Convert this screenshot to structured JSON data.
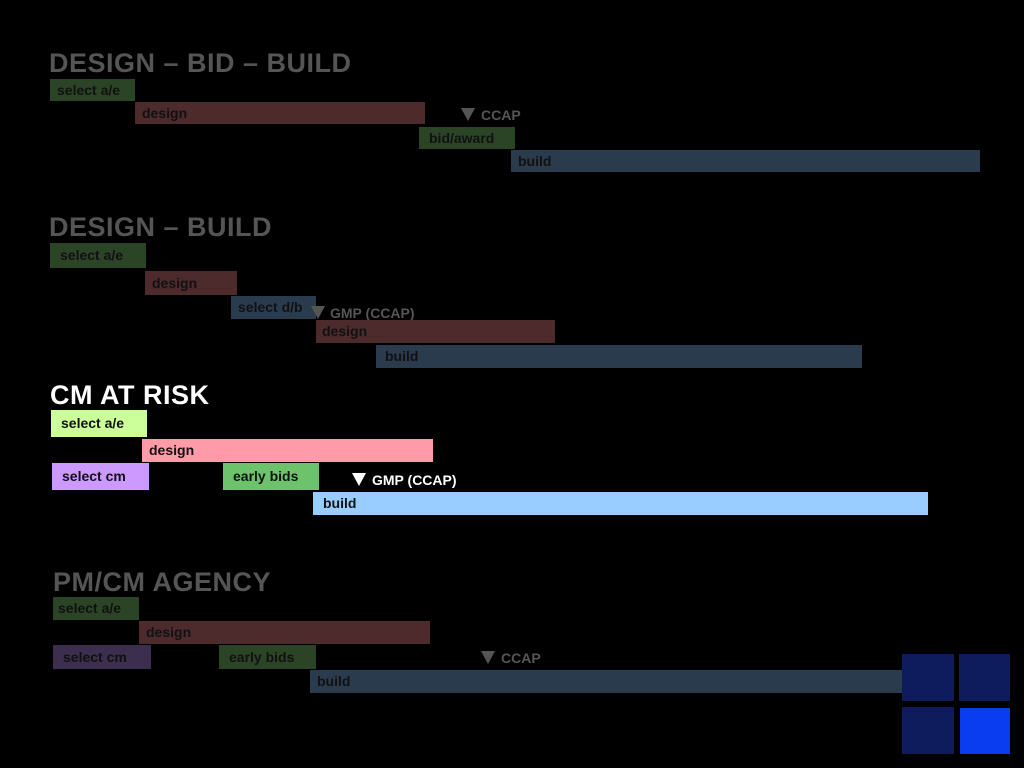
{
  "sections": {
    "dbb": {
      "title": "DESIGN – BID – BUILD",
      "bars": [
        "select a/e",
        "design",
        "bid/award",
        "build"
      ],
      "marker": "CCAP"
    },
    "db": {
      "title": "DESIGN – BUILD",
      "bars": [
        "select a/e",
        "design",
        "select d/b",
        "design",
        "build"
      ],
      "marker": "GMP (CCAP)"
    },
    "cmr": {
      "title": "CM AT RISK",
      "bars": [
        "select a/e",
        "design",
        "select cm",
        "early bids",
        "build"
      ],
      "marker": "GMP (CCAP)"
    },
    "pmcm": {
      "title": "PM/CM AGENCY",
      "bars": [
        "select a/e",
        "design",
        "select cm",
        "early bids",
        "build"
      ],
      "marker": "CCAP"
    }
  },
  "colors": {
    "dim_green": "#2b4426",
    "dim_red": "#4d2a2c",
    "dim_blue": "#2b3b4e",
    "dim_purple": "#3b2e4f",
    "light_green": "#ccff99",
    "light_red": "#ff9aa8",
    "light_blue": "#99ccff",
    "light_purple": "#cc99ff",
    "mid_green": "#6cc36c",
    "logo_dark": "#0e1c5e",
    "logo_bright": "#0a3cf0"
  },
  "icons": {
    "marker": "down-triangle-icon",
    "logo": "four-square-logo"
  }
}
